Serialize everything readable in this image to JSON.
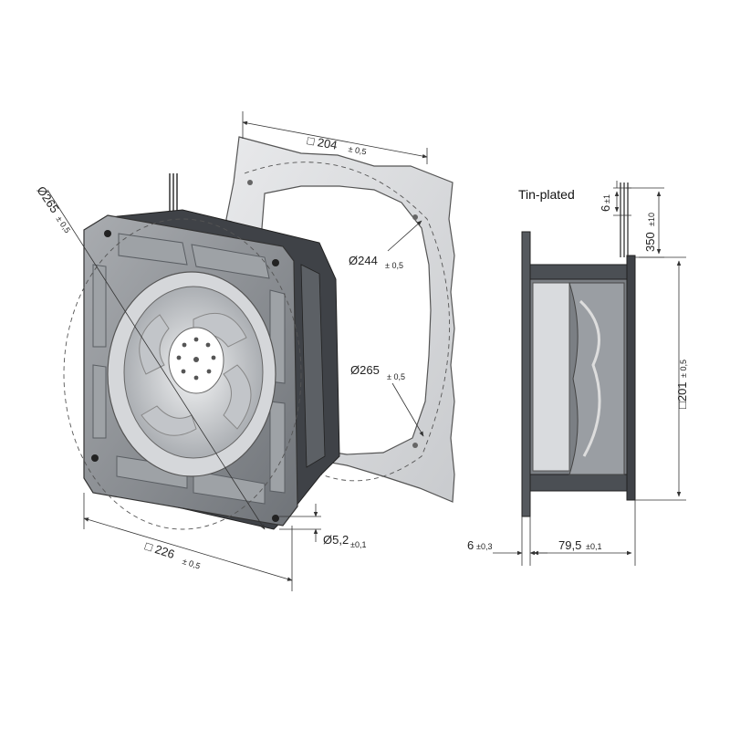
{
  "figure": {
    "label_tin_plated": "Tin-plated",
    "dimensions": {
      "frame_width": {
        "main": "□ 204",
        "tol": "± 0,5"
      },
      "outer_diameter": {
        "main": "Ø265",
        "tol": "± 0,5"
      },
      "inner_diameter": {
        "main": "Ø244",
        "tol": "± 0,5"
      },
      "hole_circle": {
        "main": "Ø265",
        "tol": "± 0,5"
      },
      "housing_square": {
        "main": "□ 226",
        "tol": "± 0,5"
      },
      "mount_hole": {
        "main": "Ø5,2",
        "tol": "±0,1"
      },
      "lead_strip": {
        "main": "6",
        "tol": "±1"
      },
      "lead_length": {
        "main": "350",
        "tol": "±10"
      },
      "side_height": {
        "main": "□201",
        "tol": "± 0,5"
      },
      "flange_thickness": {
        "main": "6",
        "tol": "±0,3"
      },
      "depth": {
        "main": "79,5",
        "tol": "±0,1"
      }
    }
  }
}
